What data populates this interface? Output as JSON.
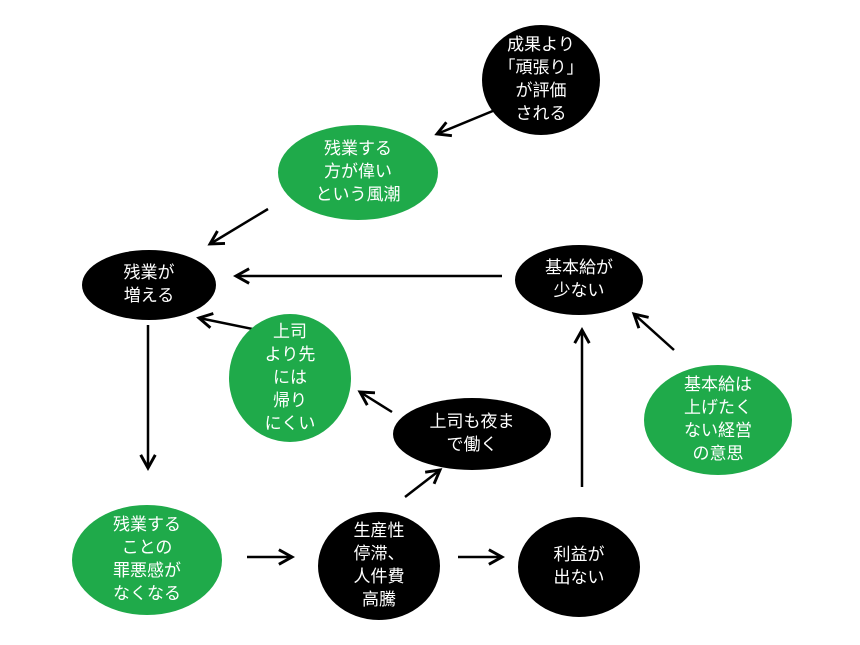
{
  "diagram": {
    "title": "",
    "colors": {
      "cause_node": "#000000",
      "factor_node": "#1faa4a",
      "text": "#ffffff",
      "arrow": "#000000"
    },
    "nodes": {
      "result_over_effort": {
        "label": "成果より\n「頑張り」\nが評価\nされる",
        "kind": "black"
      },
      "overtime_culture": {
        "label": "残業する\n方が偉い\nという風潮",
        "kind": "green"
      },
      "overtime_increases": {
        "label": "残業が\n増える",
        "kind": "black"
      },
      "low_base_salary": {
        "label": "基本給が\n少ない",
        "kind": "black"
      },
      "cant_leave_before_boss": {
        "label": "上司\nより先\nには\n帰り\nにくい",
        "kind": "green"
      },
      "boss_works_late": {
        "label": "上司も夜ま\nで働く",
        "kind": "black"
      },
      "management_intent": {
        "label": "基本給は\n上げたく\nない経営\nの意思",
        "kind": "green"
      },
      "no_guilt": {
        "label": "残業する\nことの\n罪悪感が\nなくなる",
        "kind": "green"
      },
      "productivity_stagnation": {
        "label": "生産性\n停滞、\n人件費\n高騰",
        "kind": "black"
      },
      "no_profit": {
        "label": "利益が\n出ない",
        "kind": "black"
      }
    },
    "edges": [
      {
        "from": "result_over_effort",
        "to": "overtime_culture"
      },
      {
        "from": "overtime_culture",
        "to": "overtime_increases"
      },
      {
        "from": "low_base_salary",
        "to": "overtime_increases"
      },
      {
        "from": "cant_leave_before_boss",
        "to": "overtime_increases"
      },
      {
        "from": "overtime_increases",
        "to": "no_guilt"
      },
      {
        "from": "boss_works_late",
        "to": "cant_leave_before_boss"
      },
      {
        "from": "management_intent",
        "to": "low_base_salary"
      },
      {
        "from": "no_profit",
        "to": "low_base_salary"
      },
      {
        "from": "no_guilt",
        "to": "productivity_stagnation"
      },
      {
        "from": "productivity_stagnation",
        "to": "boss_works_late"
      },
      {
        "from": "productivity_stagnation",
        "to": "no_profit"
      }
    ]
  }
}
